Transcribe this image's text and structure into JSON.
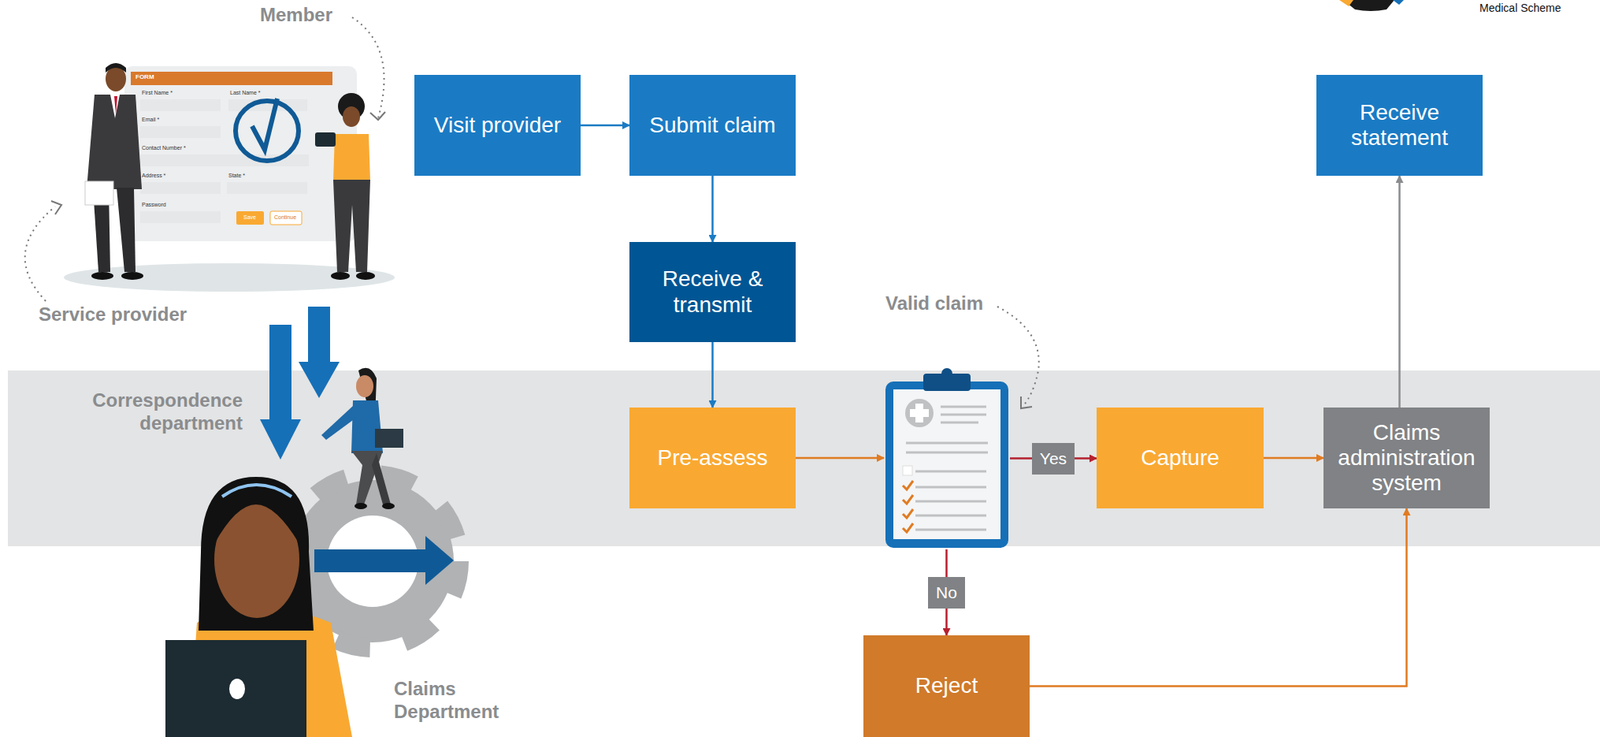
{
  "diagram": {
    "nodes": [
      {
        "text": [
          "Visit provider"
        ]
      },
      {
        "text": [
          "Submit claim"
        ]
      },
      {
        "text": [
          "Receive & transmit"
        ]
      },
      {
        "text": [
          "Pre-assess"
        ]
      },
      {
        "text": [
          "Valid claim"
        ]
      },
      {
        "text": [
          "Capture"
        ]
      },
      {
        "text": [
          "Claims administration system"
        ]
      },
      {
        "text": [
          "Receive statement"
        ]
      },
      {
        "text": [
          "Reject"
        ]
      }
    ],
    "edges": [
      {
        "from": 0,
        "to": 1,
        "arrow": "to"
      },
      {
        "from": 1,
        "to": 2,
        "arrow": "to"
      },
      {
        "from": 2,
        "to": 3,
        "arrow": "to"
      },
      {
        "from": 3,
        "to": 4,
        "arrow": "to"
      },
      {
        "from": 4,
        "to": 5,
        "label": "Yes",
        "arrow": "to"
      },
      {
        "from": 4,
        "to": 8,
        "label": "No",
        "arrow": "to"
      },
      {
        "from": 5,
        "to": 6,
        "arrow": "to"
      },
      {
        "from": 6,
        "to": 7,
        "arrow": "to"
      },
      {
        "from": 8,
        "to": 6,
        "arrow": "to"
      }
    ],
    "labels": [
      "Medical Scheme",
      "Member",
      "FORM",
      "First Name *",
      "Last Name *",
      "Email *",
      "Contact Number *",
      "Address *",
      "State *",
      "Password",
      "Save",
      "Continue",
      "Service provider",
      "Correspondence department",
      "Claims Department"
    ]
  }
}
